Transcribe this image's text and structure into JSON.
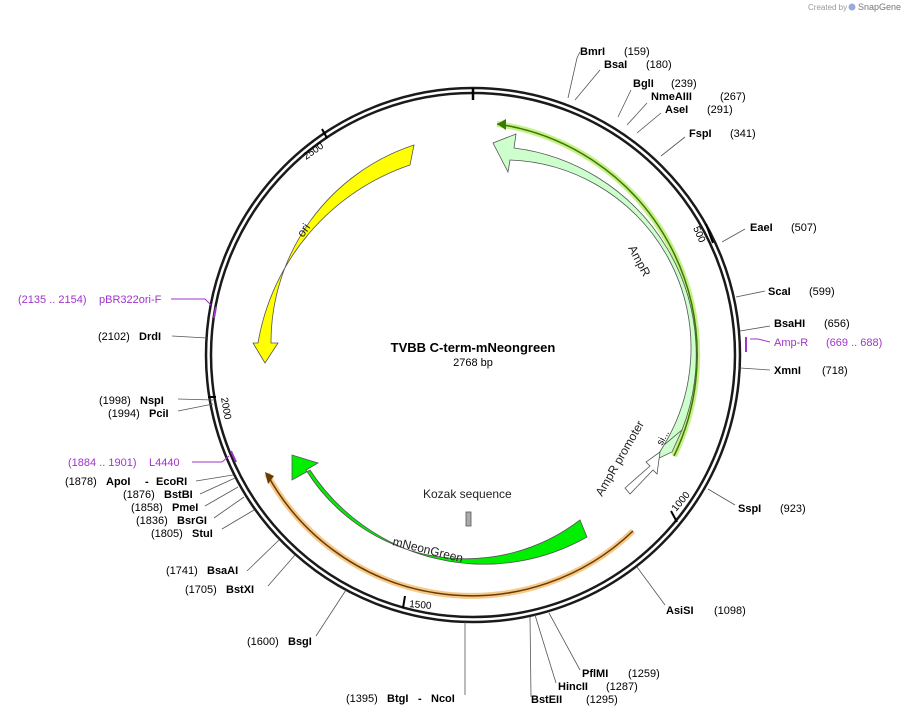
{
  "watermark": {
    "prefix": "Created by",
    "brand": "SnapGene"
  },
  "plasmid": {
    "name": "TVBB C-term-mNeongreen",
    "length_label": "2768 bp",
    "length_bp": 2768
  },
  "ruler_ticks": [
    "500",
    "1000",
    "1500",
    "2000",
    "2500"
  ],
  "features": {
    "ori": "ori",
    "ampr": "AmpR",
    "ampr_promoter": "AmpR promoter",
    "signal": "si...",
    "kozak": "Kozak sequence",
    "mneongreen": "mNeonGreen"
  },
  "primers": [
    {
      "range": "(2135 .. 2154)",
      "name": "pBR322ori-F"
    },
    {
      "range": "(669 .. 688)",
      "name": "Amp-R"
    },
    {
      "range": "(1884 .. 1901)",
      "name": "L4440"
    }
  ],
  "sites": {
    "bmri": {
      "name": "BmrI",
      "pos": "(159)"
    },
    "bsai": {
      "name": "BsaI",
      "pos": "(180)"
    },
    "bgli": {
      "name": "BglI",
      "pos": "(239)"
    },
    "nmeaiii": {
      "name": "NmeAIII",
      "pos": "(267)"
    },
    "asei": {
      "name": "AseI",
      "pos": "(291)"
    },
    "fspi": {
      "name": "FspI",
      "pos": "(341)"
    },
    "eaei": {
      "name": "EaeI",
      "pos": "(507)"
    },
    "scai": {
      "name": "ScaI",
      "pos": "(599)"
    },
    "bsahi": {
      "name": "BsaHI",
      "pos": "(656)"
    },
    "xmni": {
      "name": "XmnI",
      "pos": "(718)"
    },
    "sspi": {
      "name": "SspI",
      "pos": "(923)"
    },
    "asisi": {
      "name": "AsiSI",
      "pos": "(1098)"
    },
    "pflmi": {
      "name": "PflMI",
      "pos": "(1259)"
    },
    "hincii": {
      "name": "HincII",
      "pos": "(1287)"
    },
    "bsteii": {
      "name": "BstEII",
      "pos": "(1295)"
    },
    "btgi": {
      "name": "BtgI",
      "pos": "(1395)",
      "second": "NcoI"
    },
    "bsgi": {
      "name": "BsgI",
      "pos": "(1600)"
    },
    "bstxi": {
      "name": "BstXI",
      "pos": "(1705)"
    },
    "bsaai": {
      "name": "BsaAI",
      "pos": "(1741)"
    },
    "stui": {
      "name": "StuI",
      "pos": "(1805)"
    },
    "bsrgi": {
      "name": "BsrGI",
      "pos": "(1836)"
    },
    "pmei": {
      "name": "PmeI",
      "pos": "(1858)"
    },
    "bstbi": {
      "name": "BstBI",
      "pos": "(1876)"
    },
    "apoi": {
      "name": "ApoI",
      "pos": "(1878)",
      "second": "EcoRI"
    },
    "pcii": {
      "name": "PciI",
      "pos": "(1994)"
    },
    "nspi": {
      "name": "NspI",
      "pos": "(1998)"
    },
    "drdi": {
      "name": "DrdI",
      "pos": "(2102)"
    }
  },
  "colors": {
    "backbone": "#1a1a1a",
    "ori": "#ffff00",
    "ampr": "#ccffcc",
    "mneongreen": "#00ee00",
    "orf_amp_glow": "#c8f08a",
    "orf_amp_line": "#3a7a00",
    "orf_neon_glow": "#f5c98a",
    "orf_neon_line": "#6b3a00",
    "primer": "#a033cc",
    "leader": "#555555"
  }
}
